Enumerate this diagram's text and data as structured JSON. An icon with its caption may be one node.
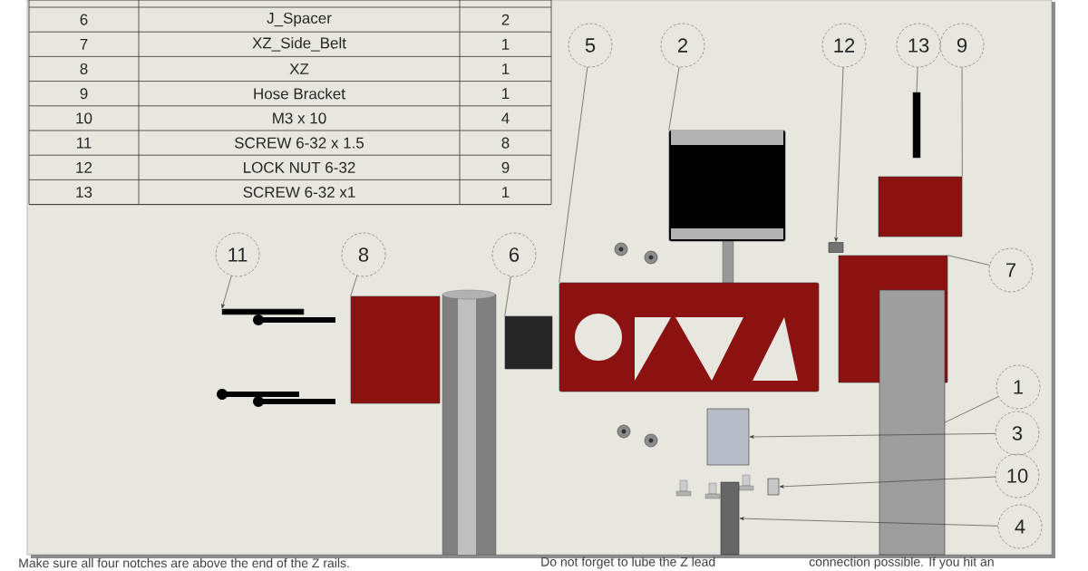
{
  "diagram": {
    "nodes": [
      {
        "text": [
          "5"
        ]
      },
      {
        "text": [
          "2"
        ]
      },
      {
        "text": [
          "12"
        ]
      },
      {
        "text": [
          "13"
        ]
      },
      {
        "text": [
          "9"
        ]
      },
      {
        "text": [
          "11"
        ]
      },
      {
        "text": [
          "8"
        ]
      },
      {
        "text": [
          "6"
        ]
      },
      {
        "text": [
          "7"
        ]
      },
      {
        "text": [
          "1"
        ]
      },
      {
        "text": [
          "3"
        ]
      },
      {
        "text": [
          "10"
        ]
      },
      {
        "text": [
          "4"
        ]
      },
      {
        "text": [],
        "shape": "picture"
      },
      {
        "text": [],
        "shape": "picture"
      },
      {
        "text": [],
        "shape": "box"
      },
      {
        "text": [],
        "shape": "box"
      },
      {
        "text": [],
        "shape": "box"
      },
      {
        "text": [],
        "shape": "box"
      },
      {
        "text": [],
        "shape": "box"
      },
      {
        "text": [],
        "shape": "box"
      },
      {
        "text": [],
        "shape": "box"
      },
      {
        "text": [],
        "shape": "box"
      },
      {
        "text": [],
        "shape": "box"
      },
      {
        "text": [],
        "shape": "box"
      },
      {
        "text": [],
        "shape": "box"
      }
    ],
    "edges": [
      {
        "from": 0,
        "to": 13,
        "arrow": "none"
      },
      {
        "from": 1,
        "to": 14,
        "arrow": "none"
      },
      {
        "from": 2,
        "to": 15,
        "arrow": "to"
      },
      {
        "from": 3,
        "to": 16,
        "arrow": "none"
      },
      {
        "from": 4,
        "to": 17,
        "arrow": "none"
      },
      {
        "from": 5,
        "to": 18,
        "arrow": "to"
      },
      {
        "from": 6,
        "to": 19,
        "arrow": "none"
      },
      {
        "from": 7,
        "to": 20,
        "arrow": "none"
      },
      {
        "from": 8,
        "to": 21,
        "arrow": "none"
      },
      {
        "from": 9,
        "to": 22,
        "arrow": "none"
      },
      {
        "from": 10,
        "to": 23,
        "arrow": "to"
      },
      {
        "from": 11,
        "to": 24,
        "arrow": "to"
      },
      {
        "from": 12,
        "to": 25,
        "arrow": "to"
      }
    ],
    "labels": [
      "6",
      "J_Spacer",
      "2",
      "7",
      "XZ_Side_Belt",
      "1",
      "8",
      "XZ",
      "1",
      "9",
      "Hose Bracket",
      "1",
      "10",
      "M3 x 10",
      "4",
      "11",
      "SCREW 6-32 x 1.5",
      "8",
      "12",
      "LOCK NUT 6-32",
      "9",
      "13",
      "SCREW 6-32 x1",
      "1",
      "Make sure all four notches are above the end of the Z rails.",
      "Do not forget to lube the Z lead",
      "connection possible. If you hit an"
    ]
  }
}
